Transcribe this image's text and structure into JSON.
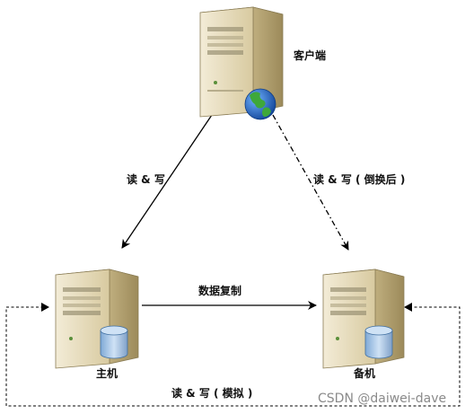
{
  "nodes": {
    "client": {
      "label": "客户端"
    },
    "primary": {
      "label": "主机"
    },
    "standby": {
      "label": "备机"
    }
  },
  "edges": {
    "client_to_primary": {
      "label": "读 & 写"
    },
    "client_to_standby": {
      "label": "读 & 写 ( 倒换后 )"
    },
    "replication": {
      "label": "数据复制"
    },
    "simulated": {
      "label": "读 & 写 ( 模拟 )"
    }
  },
  "watermark": {
    "text": "CSDN @daiwei-dave"
  },
  "colors": {
    "server_body": "#e6dcc0",
    "server_side": "#b9a97a",
    "database": "#a9c9ea",
    "globe_water": "#1d5fbf",
    "globe_land": "#3ea83a",
    "line": "#000000"
  }
}
